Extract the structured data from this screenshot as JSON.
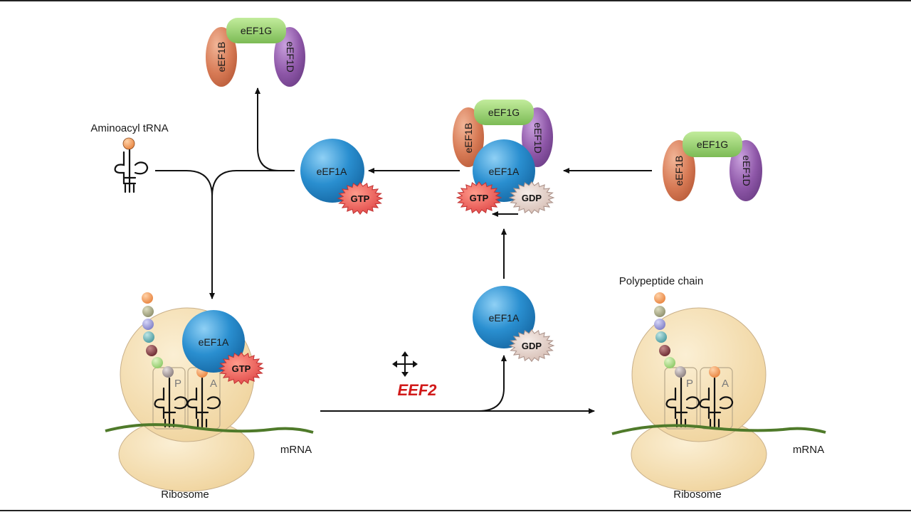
{
  "labels": {
    "aminoacyl_trna": "Aminoacyl tRNA",
    "polypeptide_chain": "Polypeptide chain",
    "mrna_left": "mRNA",
    "mrna_right": "mRNA",
    "ribosome_left": "Ribosome",
    "ribosome_right": "Ribosome",
    "eef2": "EEF2"
  },
  "proteins": {
    "eef1a": "eEF1A",
    "eef1b": "eEF1B",
    "eef1g": "eEF1G",
    "eef1d": "eEF1D"
  },
  "nucleotides": {
    "gtp": "GTP",
    "gdp": "GDP"
  },
  "sites": {
    "p": "P",
    "a": "A"
  },
  "icons": [
    "move-cursor-icon"
  ],
  "colors": {
    "eef1a": "#2a8fd0",
    "eef1b": "#d77a55",
    "eef1g": "#8cc965",
    "eef1d": "#8e57a8",
    "gtp": "#e04848",
    "gdp": "#ddc8c0",
    "ribosome": "#f6e1b6",
    "mrna": "#4f7a2a",
    "eef2": "#d11a1a"
  }
}
